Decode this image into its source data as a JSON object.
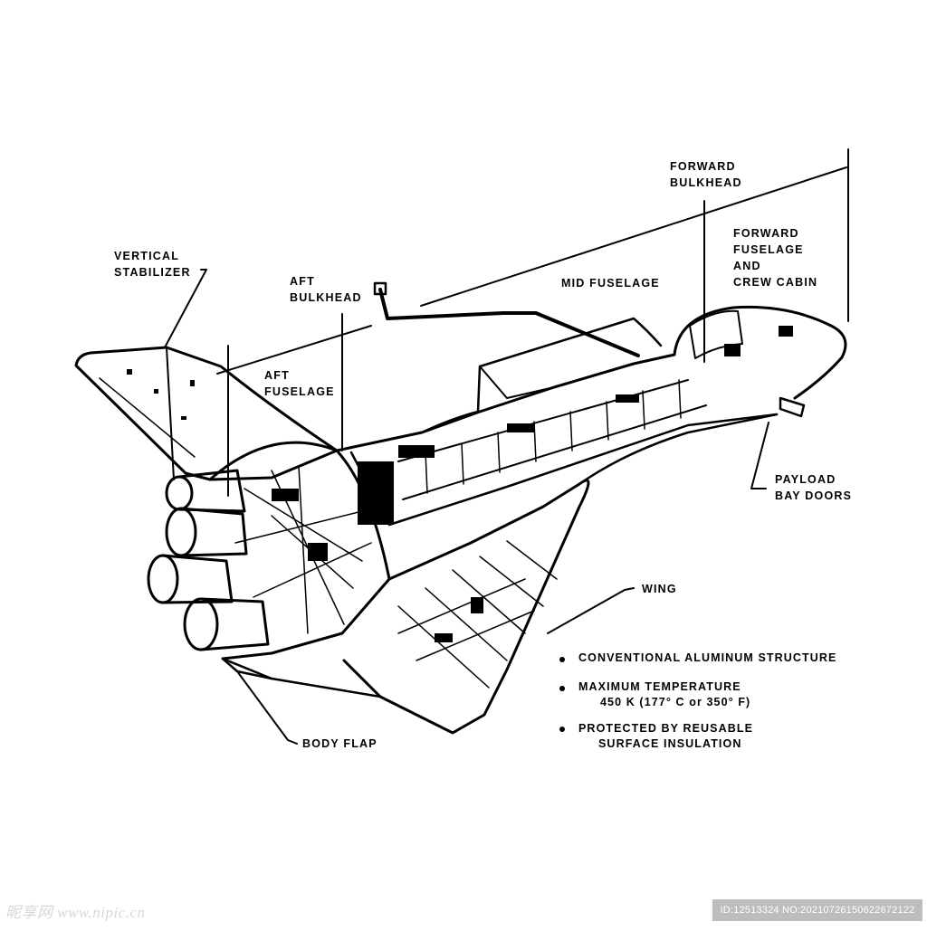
{
  "labels": {
    "vertical_stabilizer": [
      "VERTICAL",
      "STABILIZER"
    ],
    "aft_bulkhead": [
      "AFT",
      "BULKHEAD"
    ],
    "aft_fuselage": [
      "AFT",
      "FUSELAGE"
    ],
    "mid_fuselage": "MID FUSELAGE",
    "forward_bulkhead": [
      "FORWARD",
      "BULKHEAD"
    ],
    "forward_fuselage": [
      "FORWARD",
      "FUSELAGE",
      "AND",
      "CREW CABIN"
    ],
    "payload_bay_doors": [
      "PAYLOAD",
      "BAY DOORS"
    ],
    "wing": "WING",
    "body_flap": "BODY FLAP"
  },
  "notes": [
    [
      "CONVENTIONAL ALUMINUM STRUCTURE"
    ],
    [
      "MAXIMUM TEMPERATURE",
      "450 K (177° C or 350° F)"
    ],
    [
      "PROTECTED BY REUSABLE",
      "SURFACE INSULATION"
    ]
  ],
  "watermark": {
    "left": "昵享网 www.nipic.cn",
    "right": "ID:12513324 NO:20210726150622672122"
  }
}
